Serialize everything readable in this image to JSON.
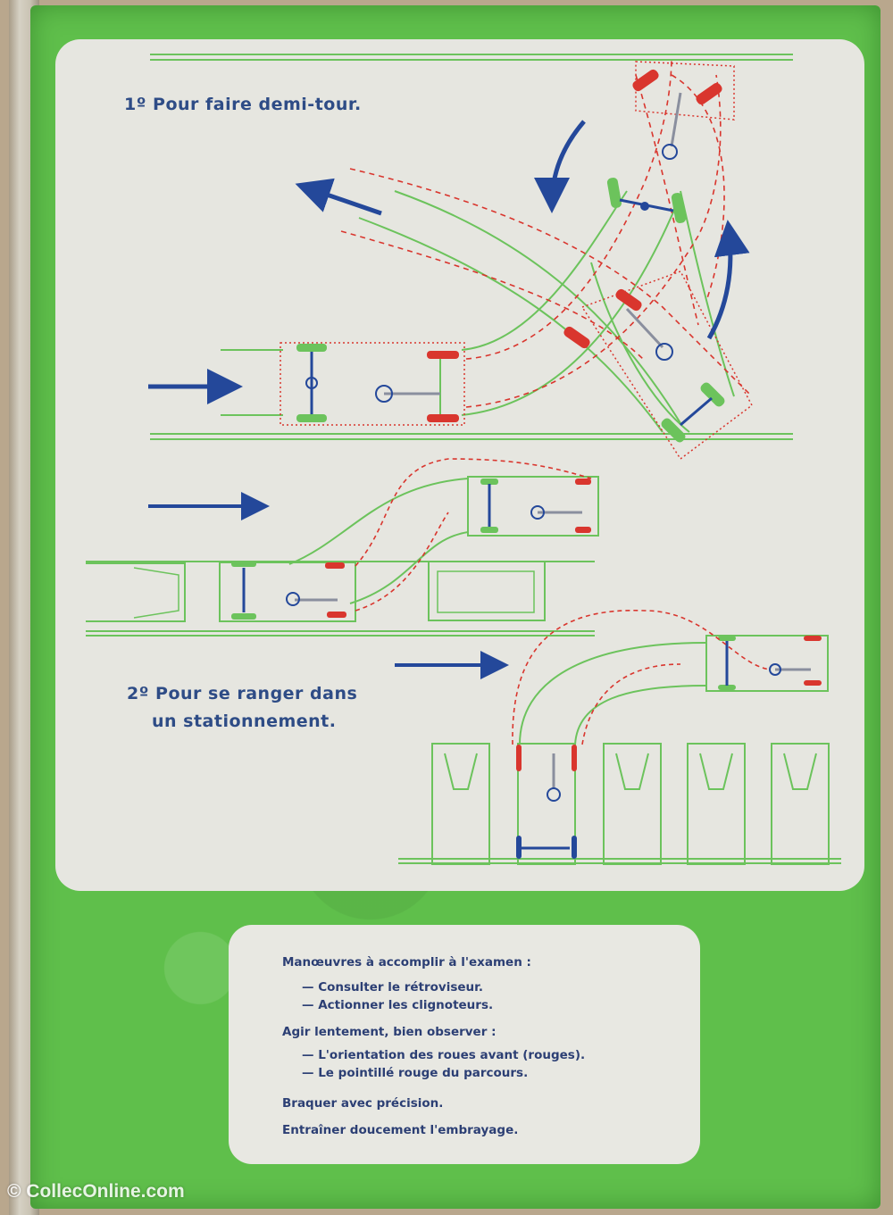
{
  "diagram": {
    "heading_1": "1º Pour faire demi-tour.",
    "heading_2_line_1": "2º Pour se ranger dans",
    "heading_2_line_2": "un stationnement.",
    "colors": {
      "path_green": "#6cc35c",
      "front_wheels": "#d9362e",
      "rear_wheels": "#6cc35c",
      "arrows": "#24489a",
      "panel": "#e6e6e0",
      "cover": "#5fbf4b"
    }
  },
  "instructions": {
    "title": "Manœuvres à accomplir à l'examen :",
    "item_1": "— Consulter le rétroviseur.",
    "item_2": "— Actionner les clignoteurs.",
    "heading_2": "Agir lentement, bien observer :",
    "item_3": "— L'orientation des roues avant (rouges).",
    "item_4": "— Le pointillé rouge du parcours.",
    "line_5": "Braquer avec précision.",
    "line_6": "Entraîner doucement l'embrayage."
  },
  "watermark": "© ColleсOnline.com"
}
